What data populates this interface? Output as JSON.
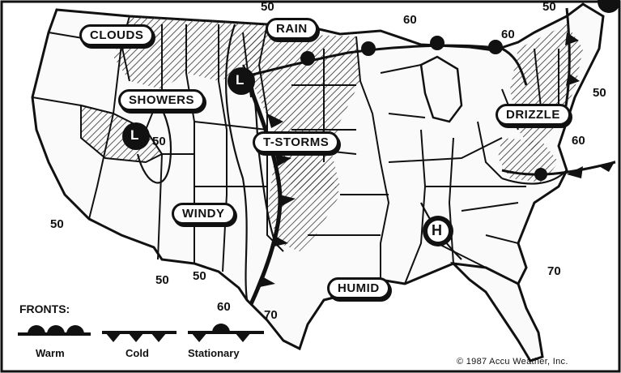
{
  "conditions": {
    "clouds": "CLOUDS",
    "rain": "RAIN",
    "showers": "SHOWERS",
    "drizzle": "DRIZZLE",
    "t_storms": "T-STORMS",
    "windy": "WINDY",
    "humid": "HUMID"
  },
  "temperatures": {
    "t1": "50",
    "t2": "60",
    "t3": "60",
    "t4": "50",
    "t5": "50",
    "t6": "60",
    "t7": "50",
    "t8": "50",
    "t9": "50",
    "t10": "60",
    "t11": "70",
    "t12": "70",
    "t13": "50"
  },
  "pressure": {
    "low": "L",
    "high": "H"
  },
  "legend": {
    "title": "FRONTS:",
    "warm": "Warm",
    "cold": "Cold",
    "stationary": "Stationary"
  },
  "credit": "© 1987 Accu Weather, Inc.",
  "colors": {
    "ink": "#111111",
    "paper": "#ffffff",
    "land": "#f6f6f6"
  },
  "icons": [
    "low-pressure-icon",
    "high-pressure-icon",
    "warm-front-icon",
    "cold-front-icon",
    "stationary-front-icon"
  ]
}
